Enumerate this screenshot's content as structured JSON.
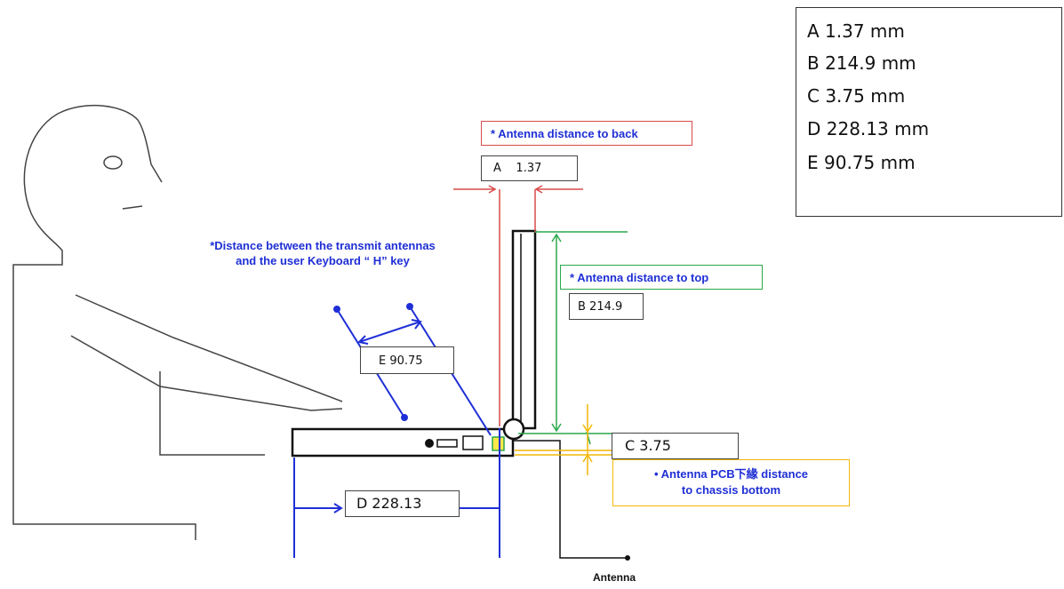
{
  "legend": {
    "lines": [
      "A 1.37 mm",
      "B 214.9 mm",
      "C 3.75 mm",
      "D 228.13 mm",
      "E  90.75 mm"
    ]
  },
  "labels": {
    "a": "A    1.37",
    "b": "B 214.9",
    "c": "C 3.75",
    "d": "D 228.13",
    "e": "E 90.75"
  },
  "notes": {
    "back": "* Antenna distance to back",
    "top": "* Antenna distance to top",
    "keyboard_line1": "*Distance between the transmit antennas",
    "keyboard_line2": "and the user Keyboard “ H” key",
    "pcb_line1": "•  Antenna PCB下緣 distance",
    "pcb_line2": "to chassis bottom",
    "antenna": "Antenna"
  },
  "colors": {
    "red": "#d94a4a",
    "green": "#2aa84a",
    "blue": "#1f2fd6",
    "yellow": "#f2b705",
    "black": "#111111"
  }
}
